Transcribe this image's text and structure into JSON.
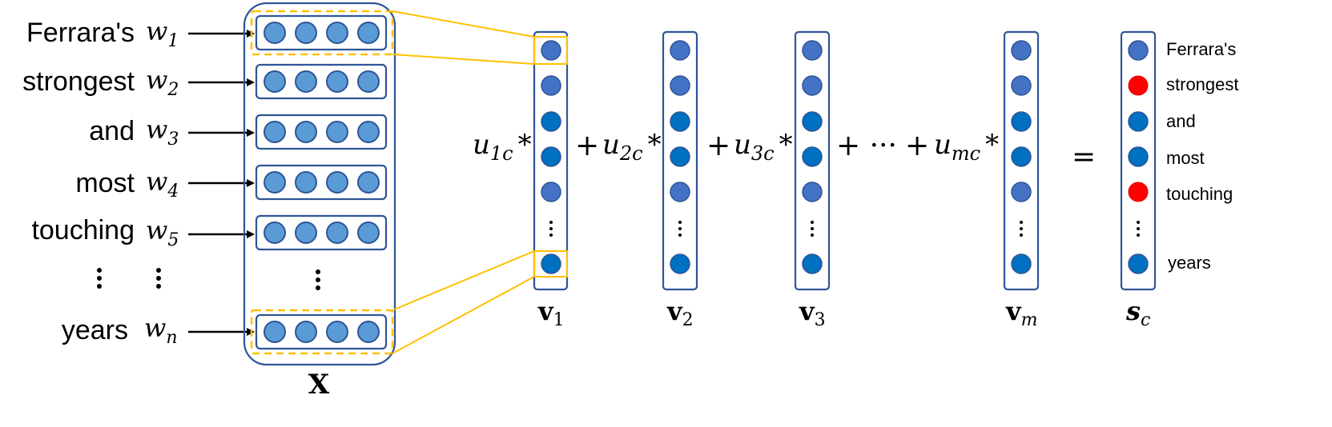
{
  "words": [
    {
      "text": "Ferrara's",
      "var": "w",
      "sub": "1"
    },
    {
      "text": "strongest",
      "var": "w",
      "sub": "2"
    },
    {
      "text": "and",
      "var": "w",
      "sub": "3"
    },
    {
      "text": "most",
      "var": "w",
      "sub": "4"
    },
    {
      "text": "touching",
      "var": "w",
      "sub": "5"
    },
    {
      "text": "years",
      "var": "w",
      "sub": "n"
    }
  ],
  "matrix_label": "X",
  "vectors": [
    {
      "label": "v",
      "sub": "1",
      "coef": "u",
      "coef_sub": "1c",
      "prefix": ""
    },
    {
      "label": "v",
      "sub": "2",
      "coef": "u",
      "coef_sub": "2c",
      "prefix": "+"
    },
    {
      "label": "v",
      "sub": "3",
      "coef": "u",
      "coef_sub": "3c",
      "prefix": "+"
    },
    {
      "label": "v",
      "sub": "m",
      "coef": "u",
      "coef_sub": "mc",
      "prefix": "+"
    }
  ],
  "mult_symbol": "*",
  "ellipsis_term": "+  ···",
  "equals": "=",
  "result": {
    "label": "s",
    "sub": "c",
    "node_colors": [
      "blue",
      "red",
      "deep",
      "deep",
      "red",
      "deep"
    ],
    "words": [
      "Ferrara's",
      "strongest",
      "and",
      "most",
      "touching",
      "years"
    ]
  },
  "colors": {
    "node_light": "#5b9bd5",
    "node_blue": "#4472c4",
    "node_deep": "#0070c0",
    "highlight": "#ff0000",
    "frame": "#2f5597",
    "gold": "#ffc000"
  }
}
